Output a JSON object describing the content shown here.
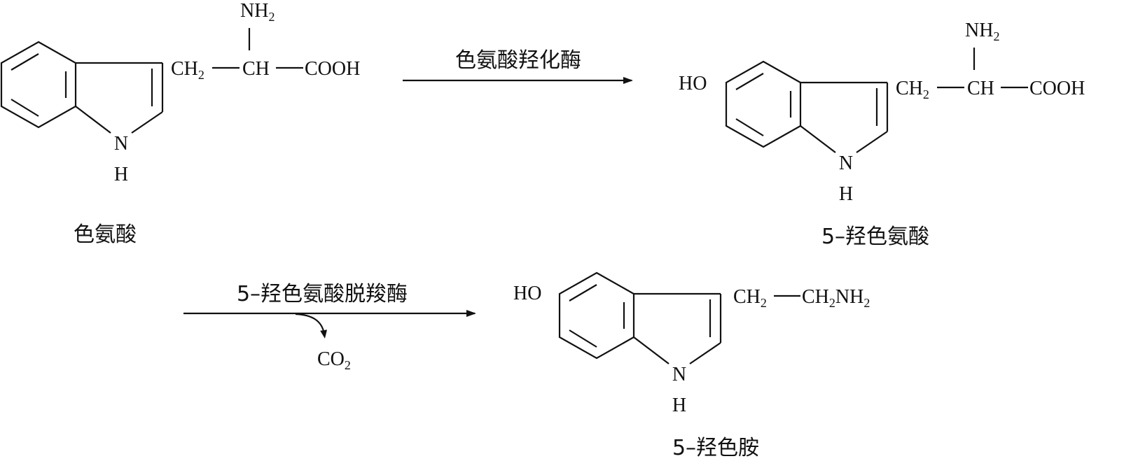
{
  "compounds": {
    "tryptophan": {
      "name": "色氨酸",
      "nh2": "NH",
      "nh2_sub": "2",
      "ch2": "CH",
      "ch2_sub": "2",
      "ch": "CH",
      "cooh": "COOH",
      "n": "N",
      "h": "H"
    },
    "hydroxytryptophan": {
      "name": "5–羟色氨酸",
      "ho": "HO",
      "nh2": "NH",
      "nh2_sub": "2",
      "ch2": "CH",
      "ch2_sub": "2",
      "ch": "CH",
      "cooh": "COOH",
      "n": "N",
      "h": "H"
    },
    "serotonin": {
      "name": "5–羟色胺",
      "ho": "HO",
      "ch2a": "CH",
      "ch2a_sub": "2",
      "ch2b": "CH",
      "ch2b_sub": "2",
      "nh2": "NH",
      "nh2_sub": "2",
      "n": "N",
      "h": "H"
    }
  },
  "reactions": {
    "step1": {
      "enzyme": "色氨酸羟化酶"
    },
    "step2": {
      "enzyme": "5–羟色氨酸脱羧酶",
      "byproduct": "CO",
      "byproduct_sub": "2"
    }
  }
}
